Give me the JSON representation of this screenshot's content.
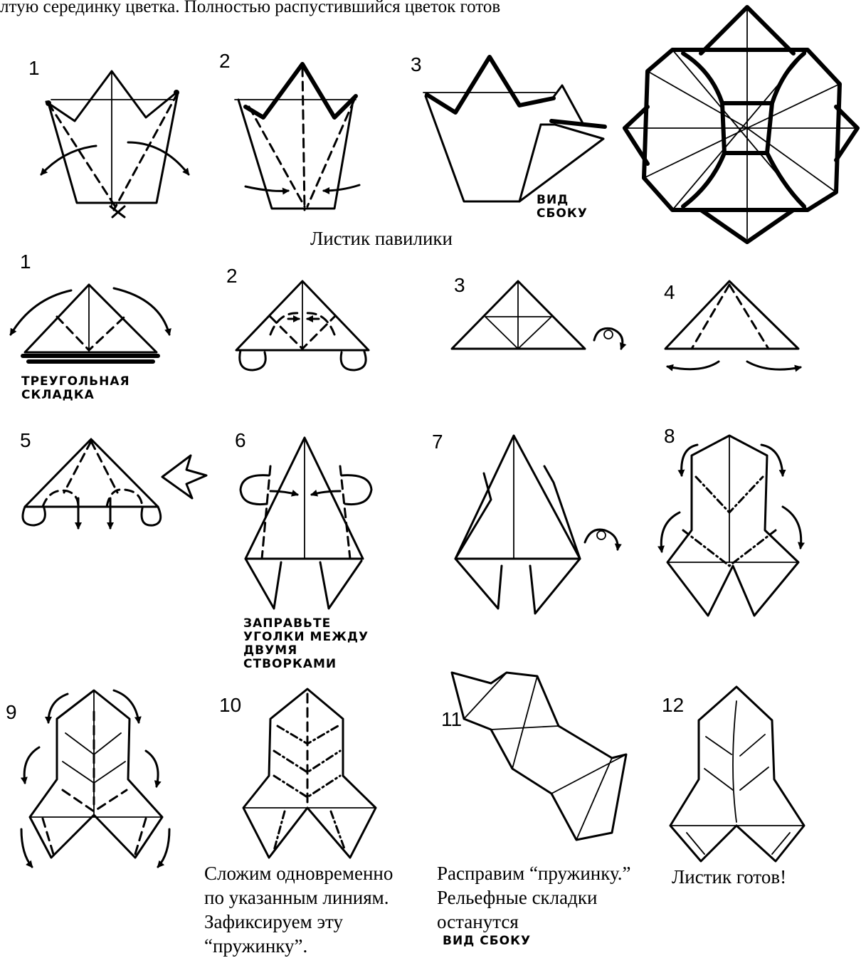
{
  "intro_text": "лтую серединку цветка. Полностью распустившийся цветок готов",
  "section_title": "Листик павилики",
  "flower_steps": [
    "1",
    "2",
    "3"
  ],
  "flower_side_view_note": [
    "ВИД",
    "СБОКУ"
  ],
  "leaf_steps": [
    "1",
    "2",
    "3",
    "4",
    "5",
    "6",
    "7",
    "8",
    "9",
    "10",
    "11",
    "12"
  ],
  "notes": {
    "triangle_fold": [
      "ТРЕУГОЛЬНАЯ",
      "СКЛАДКА"
    ],
    "tuck_corners": [
      "ЗАПРАВЬТЕ",
      "УГОЛКИ МЕЖДУ",
      "ДВУМЯ",
      "СТВОРКАМИ"
    ],
    "side_view": "ВИД СБОКУ"
  },
  "captions": {
    "fold_simultaneously": [
      "Сложим одновременно",
      "по указанным линиям.",
      "Зафиксируем эту",
      "“пружинку”."
    ],
    "unfold_spring": [
      "Расправим “пружинку.”",
      "Рельефные складки",
      "останутся"
    ],
    "leaf_ready": "Листик готов!"
  }
}
